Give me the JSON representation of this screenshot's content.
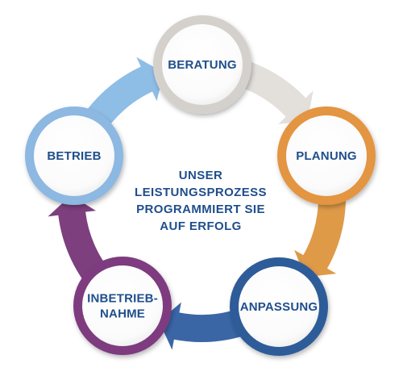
{
  "center_text": {
    "lines": [
      "UNSER",
      "LEISTUNGSPROZESS",
      "PROGRAMMIERT SIE",
      "AUF ERFOLG"
    ],
    "color": "#1f4e8c"
  },
  "colors": {
    "label_text": "#1f4e8c",
    "node_fill": "#ffffff"
  },
  "nodes": [
    {
      "id": "beratung",
      "lines": [
        "BERATUNG"
      ],
      "ring_color": "#d4d1cc",
      "arrow_color": "#e3e0dc"
    },
    {
      "id": "planung",
      "lines": [
        "PLANUNG"
      ],
      "ring_color": "#e39543",
      "arrow_color": "#df9a48"
    },
    {
      "id": "anpassung",
      "lines": [
        "ANPASSUNG"
      ],
      "ring_color": "#2d5b99",
      "arrow_color": "#3a66a6"
    },
    {
      "id": "inbetriebnahme",
      "lines": [
        "INBETRIEB-",
        "NAHME"
      ],
      "ring_color": "#7e3b7f",
      "arrow_color": "#7d3f7d"
    },
    {
      "id": "betrieb",
      "lines": [
        "BETRIEB"
      ],
      "ring_color": "#8cb8e2",
      "arrow_color": "#8ebde6"
    }
  ]
}
